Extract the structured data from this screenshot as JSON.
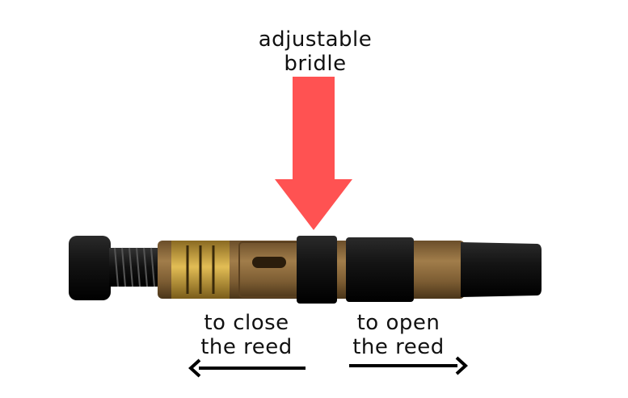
{
  "labels": {
    "bridle": [
      "adjustable",
      "bridle"
    ],
    "close": [
      "to close",
      "the reed"
    ],
    "open": [
      "to open",
      "the reed"
    ]
  },
  "colors": {
    "pointer_arrow": "#ff5252",
    "text": "#111111",
    "direction_arrows": "#000000",
    "reed_body": "#8a6a3d",
    "reed_dark": "#1a1a1a",
    "gold_label": "#c9a035"
  },
  "icons": {
    "pointer": "down-arrow-icon",
    "close_direction": "left-arrow-icon",
    "open_direction": "right-arrow-icon"
  }
}
